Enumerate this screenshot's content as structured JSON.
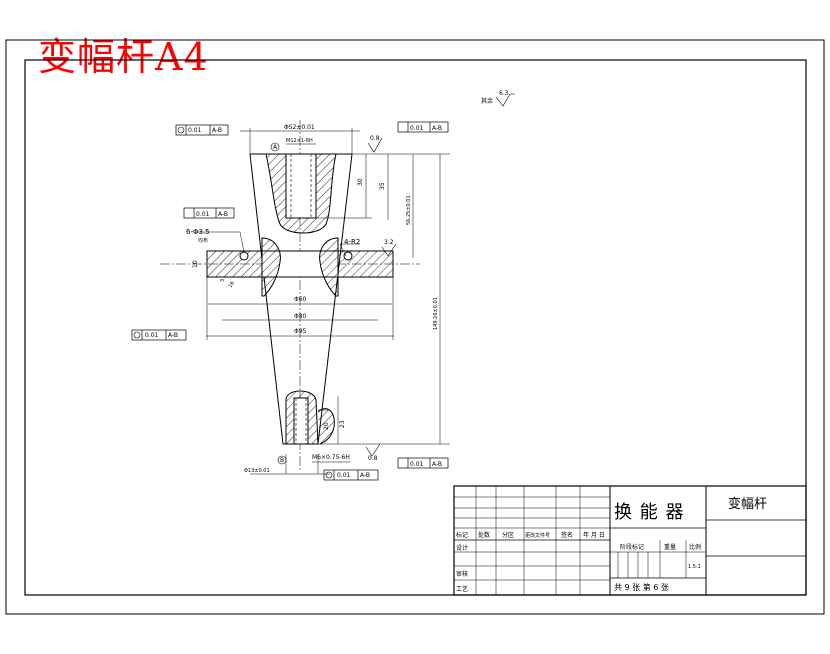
{
  "stamp": "变幅杆A4",
  "roughness_note": {
    "label": "其余",
    "value": "6.3"
  },
  "dimensions": {
    "top_width": "Φ52±0.01",
    "top_thread": "M12×1-6H",
    "depth_30": "30",
    "depth_35": "35",
    "length_56": "56.25±0.01",
    "length_149": "149.26±0.01",
    "holes": "6-Φ3.5",
    "holes_note": "均布",
    "flange_thk": "10",
    "fillet": "4-R2",
    "dia_60": "Φ60",
    "dia_80": "Φ80",
    "dia_95": "Φ95",
    "d20": "20",
    "d23": "23",
    "bottom_thread": "M6×0.75-6H",
    "bottom_dia": "Φ13±0.01",
    "v16": "16",
    "v3": "3",
    "r08a": "0.8",
    "r32": "3.2",
    "r08b": "0.8",
    "mark_a": "A",
    "mark_b": "B"
  },
  "tolerances": {
    "tl": {
      "value": "0.01",
      "datum": "A-B"
    },
    "tr": {
      "value": "0.01",
      "datum": "A-B"
    },
    "mid": {
      "value": "0.01",
      "datum": "A-B"
    },
    "left": {
      "value": "0.01",
      "datum": "A-B"
    },
    "br": {
      "value": "0.01",
      "datum": "A-B"
    },
    "bot": {
      "value": "0.01",
      "datum": "A-B"
    }
  },
  "title_block": {
    "name": "换 能 器",
    "part": "变幅杆",
    "h_mark": "标记",
    "h_count": "处数",
    "h_zone": "分区",
    "h_doc": "更改文件号",
    "h_sign": "签名",
    "h_date": "年 月 日",
    "design": "设计",
    "review": "审核",
    "process": "工艺",
    "stage": "阶段标记",
    "weight": "重量",
    "scale": "比例",
    "scale_val": "1.5:1",
    "sheets": "共 9 张 第 6 张"
  },
  "colors": {
    "stamp": "#ff0000",
    "ink": "#000000"
  }
}
